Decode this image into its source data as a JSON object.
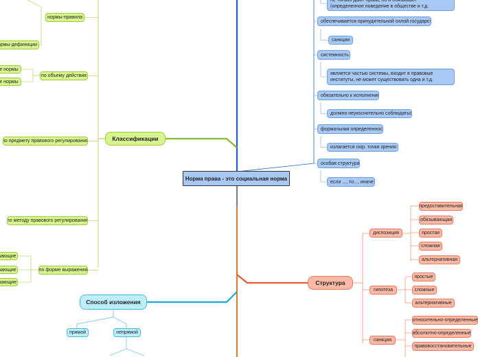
{
  "root": "Норма права - это социальная норма",
  "features": [
    "не только дают права, но и обязывают (определенное поведение в обществе и т.д.",
    "обеспечивается принудительной силой государства",
    "санкции",
    "системность",
    "является частью системы, входит в правовые институты, не может существовать одна и т.д.",
    "обязательно к исполнению",
    "должно неукоснительно соблюдаться",
    "формальная определенность",
    "излагается сюр. точки зрения",
    "особая структура",
    "если ..., то..., иначе..."
  ],
  "classification": {
    "title": "Классификации",
    "items": [
      "нормы-правила",
      "нормы-дефиниции",
      "по объему действия",
      "ые нормы",
      "ые нормы",
      "по предмету правового регулирования",
      "по методу правового регулирования",
      "по форме выражения",
      "ывающие",
      "ывающие",
      "ешающие"
    ]
  },
  "structure": {
    "title": "Структура",
    "disposition": "диспозиция",
    "disposition_items": [
      "предоставительная",
      "обязывающая",
      "простая",
      "сложная",
      "альтернативная"
    ],
    "hypothesis": "гипотеза",
    "hypothesis_items": [
      "простые",
      "сложные",
      "альтернативные"
    ],
    "sanction": "санкция",
    "sanction_items": [
      "относительно-определенные",
      "абсолютно-определенные",
      "правовосстановительные"
    ]
  },
  "method": {
    "title": "Способ изложения",
    "items": [
      "прямой",
      "непрямой"
    ]
  },
  "colors": {
    "blue": "#1f5fc0",
    "green": "#8ab82c",
    "red": "#e25a2c",
    "cyan": "#1aa6d6",
    "yellow": "#f2b519"
  }
}
